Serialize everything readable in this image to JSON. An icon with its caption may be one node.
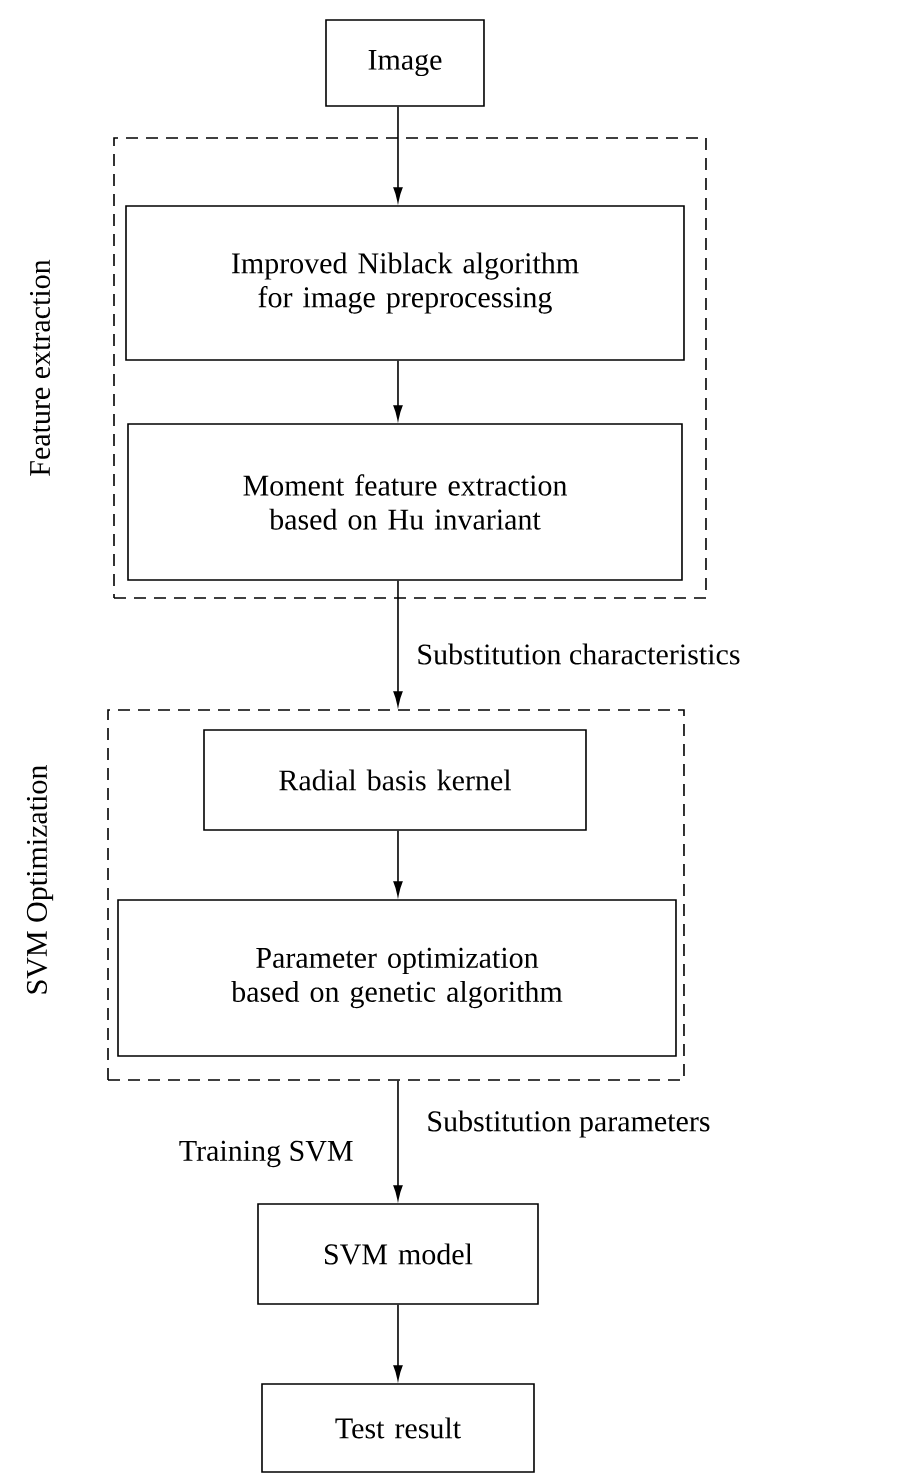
{
  "diagram": {
    "nodes": [
      {
        "text": [
          "Image"
        ]
      },
      {
        "text": [
          "Feature extraction"
        ]
      },
      {
        "text": [
          "Improved Niblack algorithm for image preprocessing"
        ],
        "in": 1
      },
      {
        "text": [
          "Moment feature extraction based on Hu invariant"
        ],
        "in": 1
      },
      {
        "text": [
          "SVM Optimization"
        ]
      },
      {
        "text": [
          "Radial basis kernel"
        ],
        "in": 4
      },
      {
        "text": [
          "Parameter optimization based on genetic algorithm"
        ],
        "in": 4
      },
      {
        "text": [
          "SVM model"
        ]
      },
      {
        "text": [
          "Test result"
        ]
      }
    ],
    "edges": [
      {
        "from": 0,
        "to": 2,
        "arrow": "to"
      },
      {
        "from": 2,
        "to": 3,
        "arrow": "to"
      },
      {
        "from": 3,
        "to": 4,
        "arrow": "to",
        "label": "Substitution characteristics"
      },
      {
        "from": 5,
        "to": 6,
        "arrow": "to"
      },
      {
        "from": 4,
        "to": 7,
        "arrow": "to",
        "label": "Substitution parameters"
      },
      {
        "from": 7,
        "to": 8,
        "arrow": "to"
      }
    ],
    "labels": [
      "Training SVM"
    ]
  }
}
